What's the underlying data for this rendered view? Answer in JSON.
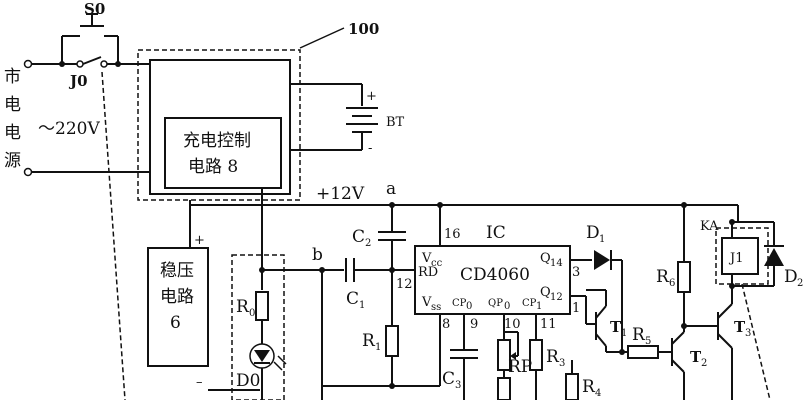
{
  "labels": {
    "s0": "S0",
    "j0": "J0",
    "ref100": "100",
    "mains": [
      "市",
      "电",
      "电",
      "源"
    ],
    "voltage": "～220V",
    "bt": "BT",
    "plus": "+",
    "minus": "-",
    "charge_line1": "充电控制",
    "charge_line2": "电路 8",
    "v12": "+12V",
    "node_a": "a",
    "node_b": "b",
    "c2": "C",
    "c2_sub": "2",
    "c1": "C",
    "c1_sub": "1",
    "c3": "C",
    "c3_sub": "3",
    "r0": "R",
    "r0_sub": "0",
    "r1": "R",
    "r1_sub": "1",
    "r3": "R",
    "r3_sub": "3",
    "r4": "R",
    "r4_sub": "4",
    "r5": "R",
    "r5_sub": "5",
    "r6": "R",
    "r6_sub": "6",
    "rp": "RP",
    "d0": "D0",
    "d1": "D",
    "d1_sub": "1",
    "d2": "D",
    "d2_sub": "2",
    "t1": "T",
    "t1_sub": "1",
    "t2": "T",
    "t2_sub": "2",
    "t3": "T",
    "t3_sub": "3",
    "ka": "KA",
    "j1": "J1",
    "ic": "IC",
    "chip": "CD4060",
    "vcc": "V",
    "vcc_sub": "cc",
    "vss": "V",
    "vss_sub": "ss",
    "rd": "RD",
    "cp0": "CP",
    "cp0_sub": "0",
    "qp0": "QP",
    "qp0_sub": "0",
    "cp1": "CP",
    "cp1_sub": "1",
    "q14": "Q",
    "q14_sub": "14",
    "q12": "Q",
    "q12_sub": "12",
    "pin16": "16",
    "pin12": "12",
    "pin8": "8",
    "pin9": "9",
    "pin10": "10",
    "pin11": "11",
    "pin3": "3",
    "pin1": "1",
    "reg_line1": "稳压",
    "reg_line2": "电路",
    "reg_line3": "6",
    "reg_plus": "+",
    "reg_minus": "–"
  }
}
